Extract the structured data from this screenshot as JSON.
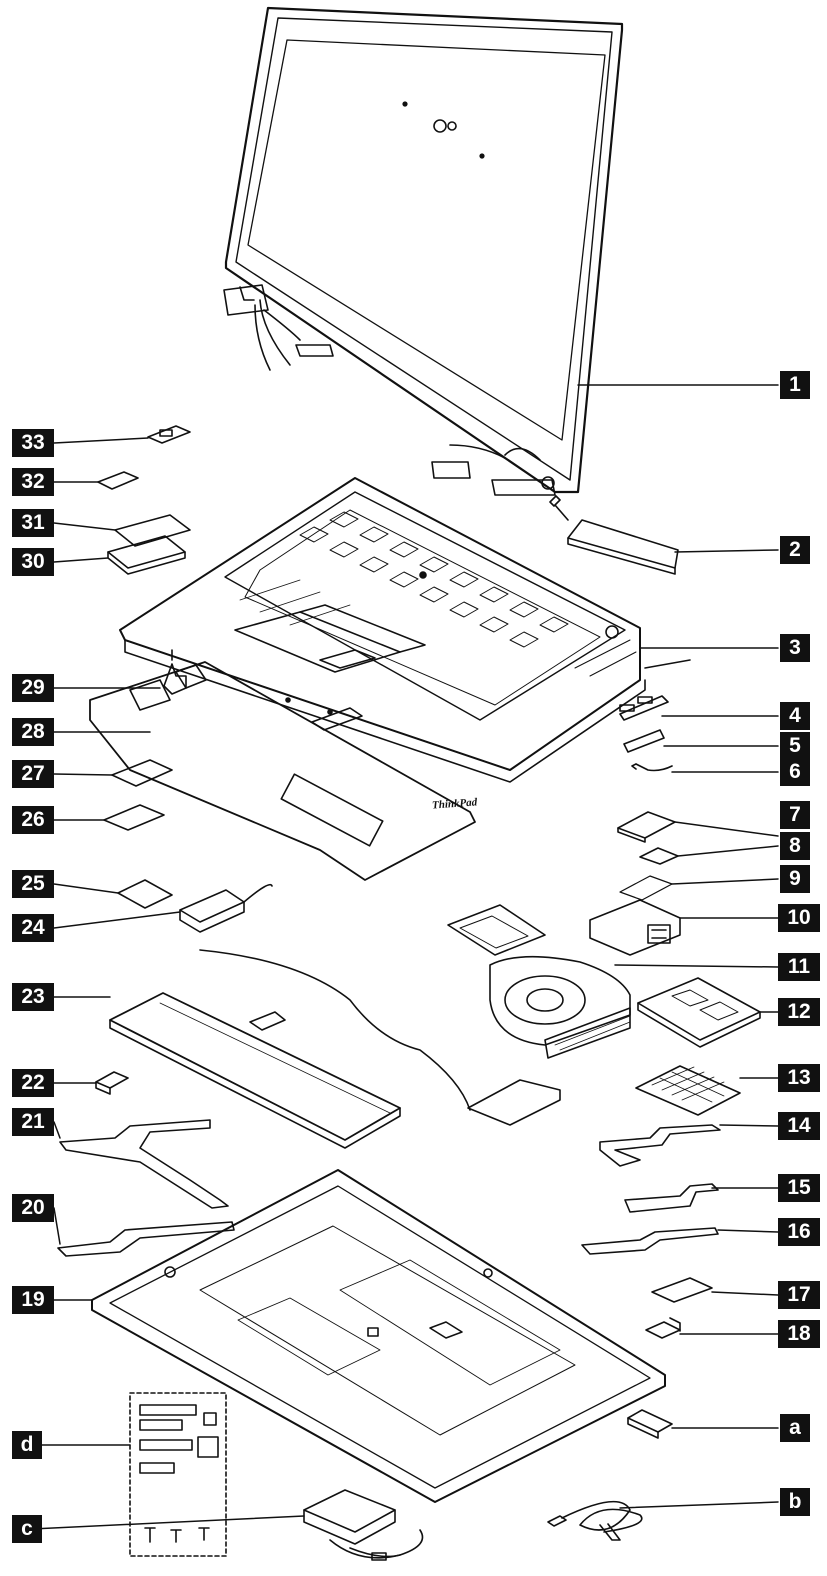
{
  "callouts_left": [
    {
      "id": "33",
      "text": "33"
    },
    {
      "id": "32",
      "text": "32"
    },
    {
      "id": "31",
      "text": "31"
    },
    {
      "id": "30",
      "text": "30"
    },
    {
      "id": "29",
      "text": "29"
    },
    {
      "id": "28",
      "text": "28"
    },
    {
      "id": "27",
      "text": "27"
    },
    {
      "id": "26",
      "text": "26"
    },
    {
      "id": "25",
      "text": "25"
    },
    {
      "id": "24",
      "text": "24"
    },
    {
      "id": "23",
      "text": "23"
    },
    {
      "id": "22",
      "text": "22"
    },
    {
      "id": "21",
      "text": "21"
    },
    {
      "id": "20",
      "text": "20"
    },
    {
      "id": "19",
      "text": "19"
    },
    {
      "id": "d",
      "text": "d"
    },
    {
      "id": "c",
      "text": "c"
    }
  ],
  "callouts_right": [
    {
      "id": "1",
      "text": "1"
    },
    {
      "id": "2",
      "text": "2"
    },
    {
      "id": "3",
      "text": "3"
    },
    {
      "id": "4",
      "text": "4"
    },
    {
      "id": "5",
      "text": "5"
    },
    {
      "id": "6",
      "text": "6"
    },
    {
      "id": "7",
      "text": "7"
    },
    {
      "id": "8",
      "text": "8"
    },
    {
      "id": "9",
      "text": "9"
    },
    {
      "id": "10",
      "text": "10"
    },
    {
      "id": "11",
      "text": "11"
    },
    {
      "id": "12",
      "text": "12"
    },
    {
      "id": "13",
      "text": "13"
    },
    {
      "id": "14",
      "text": "14"
    },
    {
      "id": "15",
      "text": "15"
    },
    {
      "id": "16",
      "text": "16"
    },
    {
      "id": "17",
      "text": "17"
    },
    {
      "id": "18",
      "text": "18"
    },
    {
      "id": "a",
      "text": "a"
    },
    {
      "id": "b",
      "text": "b"
    }
  ],
  "keyboard_brand": "ThinkPad",
  "colors": {
    "line": "#111111",
    "label_bg": "#111111",
    "label_text": "#ffffff",
    "background": "#ffffff"
  }
}
